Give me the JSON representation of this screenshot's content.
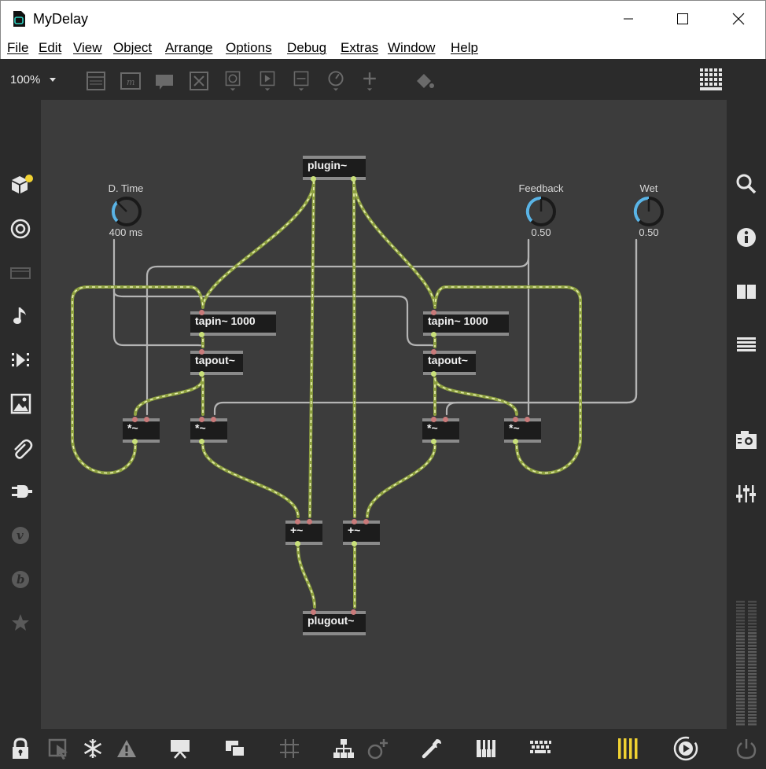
{
  "window": {
    "title": "MyDelay"
  },
  "menu": {
    "items": [
      "File",
      "Edit",
      "View",
      "Object",
      "Arrange",
      "Options",
      "Debug",
      "Extras",
      "Window",
      "Help"
    ]
  },
  "toolbar": {
    "zoom_label": "100%",
    "tools": [
      "panel-icon",
      "comment-icon",
      "message-icon",
      "toggle-icon",
      "button-icon",
      "number-icon",
      "slider-icon",
      "dial-icon",
      "add-icon",
      "paint-bucket-icon"
    ],
    "presentation_grid": "grid-icon"
  },
  "patch": {
    "objects": {
      "plugin": "plugin~",
      "tapin_left": "tapin~ 1000",
      "tapin_right": "tapin~ 1000",
      "tapout_left": "tapout~",
      "tapout_right": "tapout~",
      "mult_1": "*~",
      "mult_2": "*~",
      "mult_3": "*~",
      "mult_4": "*~",
      "plus_left": "+~",
      "plus_right": "+~",
      "plugout": "plugout~"
    },
    "dials": {
      "delay_time": {
        "label": "D. Time",
        "value": "400 ms",
        "level": 0.25
      },
      "feedback": {
        "label": "Feedback",
        "value": "0.50",
        "level": 0.5
      },
      "wet": {
        "label": "Wet",
        "value": "0.50",
        "level": 0.5
      }
    },
    "colors": {
      "signal_cord": "#c6dc82",
      "control_cord": "#b4b4b4",
      "dial_accent": "#5ab4e6"
    }
  },
  "left_sidebar": [
    "package-icon",
    "target-icon",
    "media-icon",
    "music-note-icon",
    "step-forward-icon",
    "image-icon",
    "paperclip-icon",
    "plug-icon",
    "v-icon",
    "b-icon",
    "star-icon"
  ],
  "right_sidebar": [
    "search-icon",
    "info-icon",
    "book-icon",
    "list-icon",
    "snapshot-icon",
    "mixer-icon"
  ],
  "bottom_bar": [
    "lock-icon",
    "select-icon",
    "freeze-icon",
    "warning-icon",
    "presentation-icon",
    "windows-icon",
    "grid-icon",
    "hierarchy-icon",
    "add-device-icon",
    "wrench-icon",
    "piano-icon",
    "keyboard-icon",
    "audio-icon",
    "transport-icon",
    "power-icon"
  ]
}
